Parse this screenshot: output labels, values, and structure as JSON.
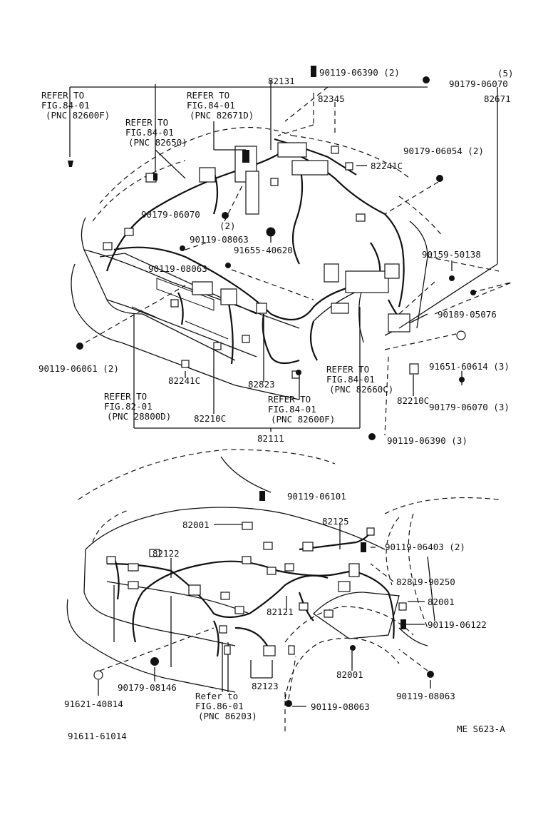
{
  "labels": {
    "90119_06390_2": "90119-06390 (2)",
    "q5": "(5)",
    "90179_06070": "90179-06070",
    "82131": "82131",
    "82671": "82671",
    "refer_a1": "REFER TO",
    "refer_a2": "FIG.84-01",
    "refer_a3": "(PNC 82600F)",
    "refer_b1": "REFER TO",
    "refer_b2": "FIG.84-01",
    "refer_b3": "(PNC 82671D)",
    "refer_c1": "REFER TO",
    "refer_c2": "FIG.84-01",
    "refer_c3": "(PNC 82650)",
    "82345": "82345",
    "82241c_top": "82241C",
    "90179_06054_2": "90179-06054 (2)",
    "90179_06070_2": "90179-06070",
    "paren2": "(2)",
    "90119_08063": "90119-08063",
    "91655_40620": "91655-40620",
    "90119_08063_b": "90119-08063",
    "90159_50138": "90159-50138",
    "90189_05076": "90189-05076",
    "90119_06061_2": "90119-06061 (2)",
    "91651_60614_3": "91651-60614 (3)",
    "refer_d1": "REFER TO",
    "refer_d2": "FIG.84-01",
    "refer_d3": "(PNC 82660C)",
    "82241c_mid": "82241C",
    "82823": "82823",
    "90179_06070_3": "90179-06070 (3)",
    "refer_e1": "REFER TO",
    "refer_e2": "FIG.82-01",
    "refer_e3": "(PNC 28800D)",
    "refer_f1": "REFER TO",
    "refer_f2": "FIG.84-01",
    "refer_f3": "(PNC 82600F)",
    "82210c_a": "82210C",
    "82210c_b": "82210C",
    "82111": "82111",
    "90119_06390_3": "90119-06390 (3)",
    "90119_06101": "90119-06101",
    "82001_a": "82001",
    "82125": "82125",
    "82122": "82122",
    "90119_06403_2": "90119-06403 (2)",
    "82819_90250": "82819-90250",
    "82001_b": "82001",
    "82121": "82121",
    "90119_06122": "90119-06122",
    "90179_08146": "90179-08146",
    "82123": "82123",
    "82001_c": "82001",
    "91621_40814": "91621-40814",
    "refer_g1": "Refer to",
    "refer_g2": "FIG.86-01",
    "refer_g3": "(PNC 86203)",
    "90119_08063_c": "90119-08063",
    "90119_08063_d": "90119-08063",
    "91611_61014": "91611-61014",
    "code": "ME S623-A"
  }
}
